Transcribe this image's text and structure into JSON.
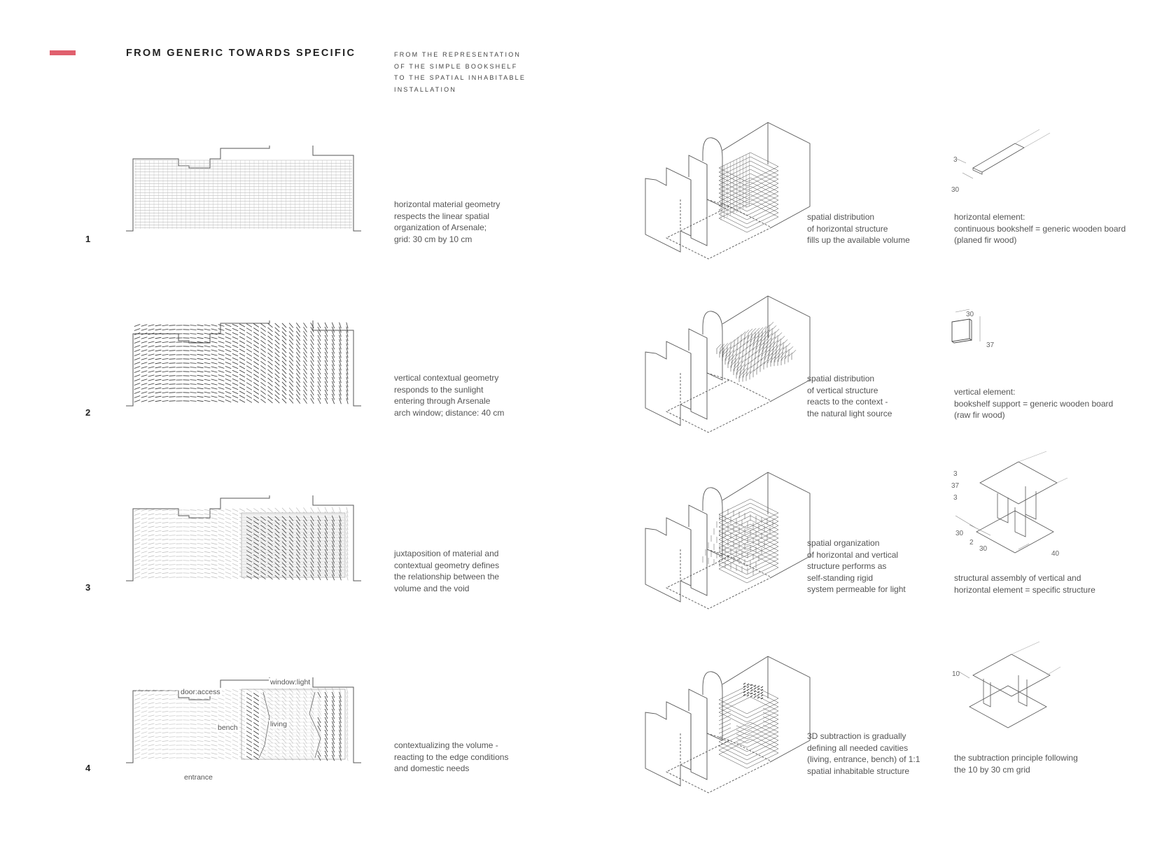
{
  "header": {
    "title": "FROM GENERIC TOWARDS SPECIFIC",
    "subtitle": "FROM THE REPRESENTATION\nOF THE SIMPLE BOOKSHELF\nTO THE SPATIAL INHABITABLE\nINSTALLATION",
    "accent_color": "#e0606e"
  },
  "rows": [
    {
      "number": "1",
      "plan_text": "horizontal material geometry\nrespects the linear spatial\norganization of Arsenale;\ngrid: 30 cm by 10 cm",
      "iso_text": "spatial distribution\nof  horizontal structure\nfills up the available volume",
      "detail_text": "horizontal element:\ncontinuous bookshelf = generic wooden board\n(planed fir wood)",
      "dims": [
        "3",
        "30"
      ]
    },
    {
      "number": "2",
      "plan_text": "vertical contextual geometry\nresponds to the sunlight\nentering through Arsenale\narch window; distance: 40 cm",
      "iso_text": "spatial distribution\nof vertical structure\nreacts  to the context -\nthe natural light source",
      "detail_text": "vertical element:\nbookshelf support = generic wooden board\n(raw fir wood)",
      "dims": [
        "30",
        "37"
      ]
    },
    {
      "number": "3",
      "plan_text": "juxtaposition of material and\ncontextual geometry defines\nthe relationship between the\nvolume and the void",
      "iso_text": "spatial organization\nof  horizontal and vertical\nstructure performs as\nself-standing rigid\nsystem permeable for light",
      "detail_text": "structural assembly of vertical and\nhorizontal element = specific structure",
      "dims": [
        "3",
        "37",
        "3",
        "30",
        "2",
        "30",
        "40"
      ]
    },
    {
      "number": "4",
      "plan_text": "contextualizing the volume -\nreacting to the edge conditions\nand domestic needs",
      "iso_text": "3D subtraction is gradually\ndefining  all needed cavities\n(living, entrance, bench) of 1:1\nspatial inhabitable structure",
      "detail_text": "the subtraction principle following\nthe 10 by 30 cm grid",
      "dims": [
        "10"
      ],
      "plan_labels": {
        "door": "door:access",
        "window": "window:light",
        "bench": "bench",
        "living": "living",
        "entrance": "entrance"
      }
    }
  ]
}
